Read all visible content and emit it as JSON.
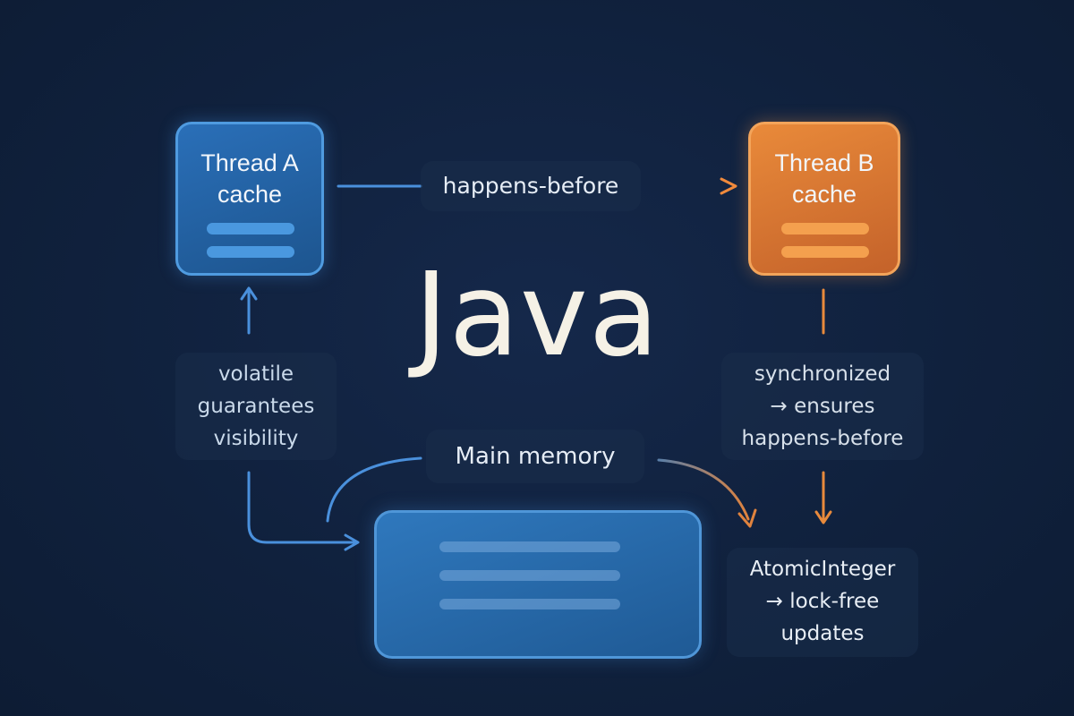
{
  "title": "Java",
  "thread_a": {
    "line1": "Thread A",
    "line2": "cache"
  },
  "thread_b": {
    "line1": "Thread B",
    "line2": "cache"
  },
  "happens_before": "happens-before",
  "main_memory": "Main memory",
  "volatile_note": {
    "line1": "volatile",
    "line2": "guarantees",
    "line3": "visibility"
  },
  "synchronized_note": {
    "line1": "synchronized",
    "line2": "→ ensures",
    "line3": "happens-before"
  },
  "atomic_note": {
    "line1": "AtomicInteger",
    "line2": "→ lock-free",
    "line3": "updates"
  },
  "colors": {
    "background": "#10213d",
    "blue_accent": "#4a98df",
    "orange_accent": "#f39a4a",
    "title_text": "#f5f1e6"
  }
}
